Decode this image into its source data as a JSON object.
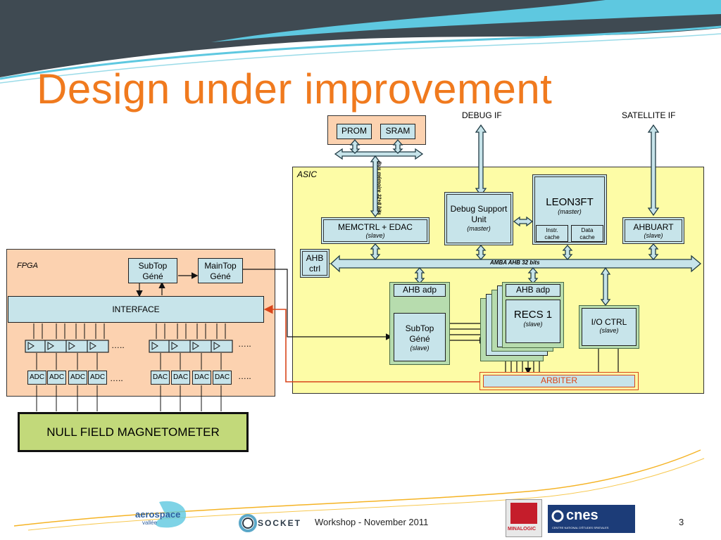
{
  "slide": {
    "title": "Design under improvement",
    "page_number": "3",
    "footer_text": "Workshop - November 2011"
  },
  "diagram": {
    "external_labels": {
      "debug_if": "DEBUG IF",
      "satellite_if": "SATELLITE IF"
    },
    "memory": {
      "prom": "PROM",
      "sram": "SRAM",
      "bus_label": "Bus mémoire 32+8 bits"
    },
    "asic": {
      "label": "ASIC",
      "memctrl": {
        "name": "MEMCTRL + EDAC",
        "role": "(slave)"
      },
      "debug": {
        "name": "Debug Support Unit",
        "role": "(master)"
      },
      "leon": {
        "name": "LEON3FT",
        "role": "(master)",
        "instr_cache": "Instr. cache",
        "data_cache": "Data cache"
      },
      "ahbuart": {
        "name": "AHBUART",
        "role": "(slave)"
      },
      "ahb_ctrl": "AHB ctrl",
      "amba_label": "AMBA AHB 32 bits",
      "ahb_adp_left": "AHB adp",
      "subtop_asic": {
        "name": "SubTop Géné",
        "role": "(slave)"
      },
      "ahb_adp_right": "AHB adp",
      "recs": {
        "name": "RECS 1",
        "role": "(slave)"
      },
      "ioctrl": {
        "name": "I/O CTRL",
        "role": "(slave)"
      },
      "arbiter": "ARBITER"
    },
    "fpga": {
      "label": "FPGA",
      "subtop": "SubTop Géné",
      "maintop": "MainTop Géné",
      "interface": "INTERFACE",
      "adc_labels": [
        "ADC",
        "ADC",
        "ADC",
        "ADC"
      ],
      "dac_labels": [
        "DAC",
        "DAC",
        "DAC",
        "DAC"
      ],
      "ellipsis": "….."
    },
    "sensor": "NULL FIELD MAGNETOMETER"
  },
  "logos": {
    "aerospace": "aerospace",
    "aerospace_sub": "vallée",
    "socket": "SOCKET",
    "minalogic": "MINALOGIC",
    "cnes": "cnes",
    "cnes_sub": "CENTRE NATIONAL D'ÉTUDES SPATIALES"
  },
  "colors": {
    "title": "#f07a1e",
    "asic_bg": "#fdfca6",
    "fpga_bg": "#fcd2b0",
    "block_blue": "#c7e4ea",
    "green": "#b7dcae",
    "arbiter_red": "#d9451a",
    "header_dark": "#3f4a52",
    "header_cyan": "#5ec8e0"
  }
}
